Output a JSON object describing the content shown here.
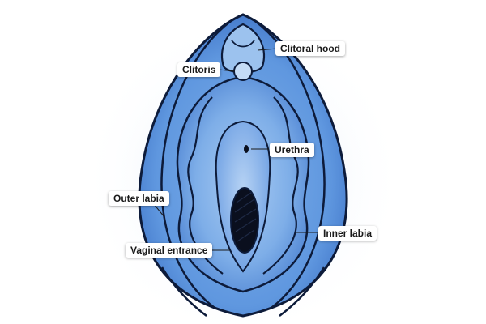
{
  "colors": {
    "background": "#ffffff",
    "fill_light": "#9cc2ee",
    "fill_mid": "#5e93dc",
    "fill_dark": "#2f62b8",
    "outline": "#0d1b3a",
    "opening": "#0a0f1e",
    "label_bg": "#ffffff",
    "label_text": "#1a1a1a"
  },
  "labels": {
    "clitoral_hood": "Clitoral hood",
    "clitoris": "Clitoris",
    "urethra": "Urethra",
    "outer_labia": "Outer labia",
    "inner_labia": "Inner labia",
    "vaginal_entrance": "Vaginal entrance"
  }
}
